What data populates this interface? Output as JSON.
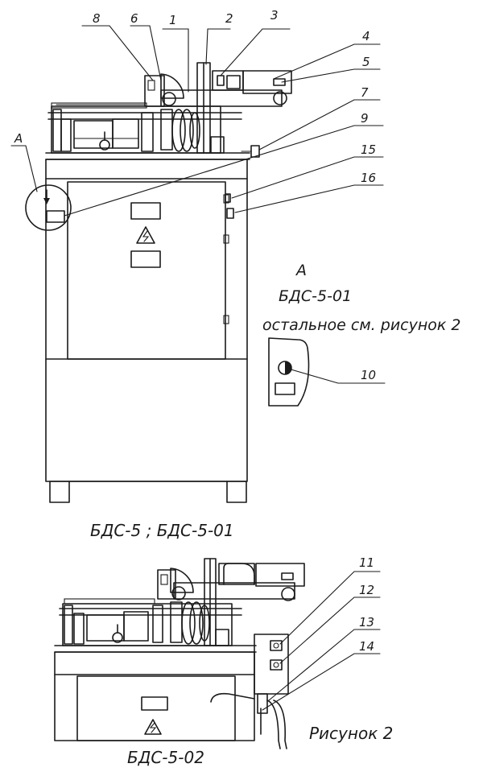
{
  "callouts": {
    "n1": "1",
    "n2": "2",
    "n3": "3",
    "n4": "4",
    "n5": "5",
    "n6": "6",
    "n7": "7",
    "n8": "8",
    "n9": "9",
    "n10": "10",
    "n11": "11",
    "n12": "12",
    "n13": "13",
    "n14": "14",
    "n15": "15",
    "n16": "16"
  },
  "view_marker": "A",
  "detail": {
    "letter": "A",
    "model": "БДС-5-01",
    "note": "остальное см. рисунок 2"
  },
  "captions": {
    "top": "БДС-5 ; БДС-5-01",
    "bottom_model": "БДС-5-02",
    "figure": "Рисунок 2"
  }
}
